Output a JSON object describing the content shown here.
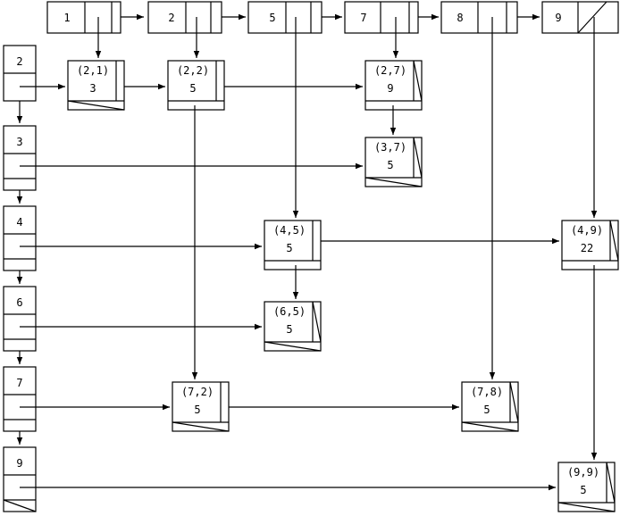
{
  "col_headers": [
    "1",
    "2",
    "5",
    "7",
    "8",
    "9"
  ],
  "row_headers": [
    "2",
    "3",
    "4",
    "6",
    "7",
    "9"
  ],
  "cells": [
    {
      "coord": "(2,1)",
      "value": "3"
    },
    {
      "coord": "(2,2)",
      "value": "5"
    },
    {
      "coord": "(2,7)",
      "value": "9"
    },
    {
      "coord": "(3,7)",
      "value": "5"
    },
    {
      "coord": "(4,5)",
      "value": "5"
    },
    {
      "coord": "(4,9)",
      "value": "22"
    },
    {
      "coord": "(6,5)",
      "value": "5"
    },
    {
      "coord": "(7,2)",
      "value": "5"
    },
    {
      "coord": "(7,8)",
      "value": "5"
    },
    {
      "coord": "(9,9)",
      "value": "5"
    }
  ]
}
